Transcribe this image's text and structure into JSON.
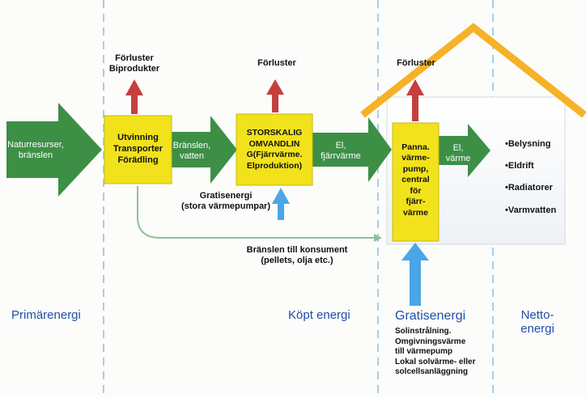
{
  "nodes": {
    "naturresurser": "Naturresurser, bränslen",
    "utvinning": [
      "Utvinning",
      "Transporter",
      "Förädling"
    ],
    "branslen_vatten": [
      "Bränslen,",
      "vatten"
    ],
    "storskalig": [
      "STORSKALIG",
      "OMVANDLIN",
      "G(Fjärrvärme.",
      "Elproduktion)"
    ],
    "el_fjarrvarme": [
      "El,",
      "fjärrvärme"
    ],
    "panna": [
      "Panna.",
      "värme-",
      "pump,",
      "central",
      "för",
      "fjärr-",
      "värme"
    ],
    "el_varme": [
      "El,",
      "värme"
    ],
    "end_uses": [
      "•Belysning",
      "•Eldrift",
      "•Radiatorer",
      "•Varmvatten"
    ]
  },
  "labels": {
    "forluster_bi": [
      "Förluster",
      "Biprodukter"
    ],
    "forluster_2": "Förluster",
    "forluster_3": "Förluster",
    "gratisenergi_stora": [
      "Gratisenergi",
      "(stora värmepumpar)"
    ],
    "branslen_konsument": [
      "Bränslen till konsument",
      "(pellets, olja etc.)"
    ]
  },
  "sections": {
    "primarenergi": "Primärenergi",
    "kopt_energi": "Köpt energi",
    "gratisenergi": "Gratisenergi",
    "gratisenergi_list": [
      "Solinstrålning.",
      "Omgivningsvärme",
      "till värmepump",
      "Lokal solvärme- eller",
      "solcellsanläggning"
    ],
    "nettoenergi": [
      "Netto-",
      "energi"
    ]
  },
  "colors": {
    "green": "#3d8f46",
    "yellow": "#f2e21c",
    "red": "#c4403f",
    "blue": "#4aa6e6",
    "orange": "#f6b227",
    "label_blue": "#1f4fa8",
    "dash_blue": "#a9cdea"
  }
}
